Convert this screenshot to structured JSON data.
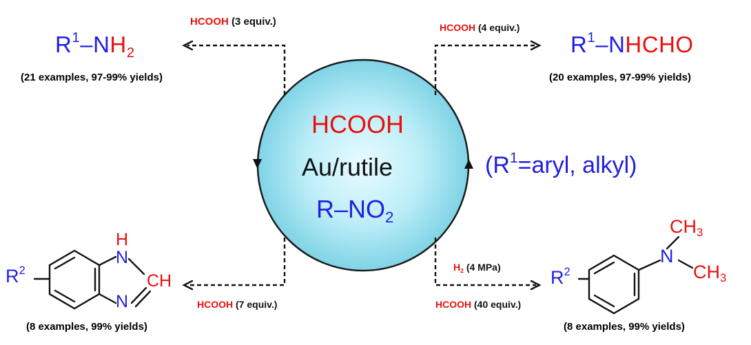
{
  "center": {
    "reagent": "HCOOH",
    "catalyst": "Au/rutile",
    "substrate_r": "R",
    "substrate_dash": "–",
    "substrate_no": "NO",
    "substrate_sub": "2"
  },
  "side_note": {
    "open": "(R",
    "sup": "1",
    "text": "=aryl, alkyl)"
  },
  "top_left": {
    "condition_reagent": "HCOOH",
    "condition_amount": "(3 equiv.)",
    "product_r": "R",
    "product_sup": "1",
    "product_dash": "–N",
    "product_h": "H",
    "product_sub": "2",
    "summary": "(21 examples, 97-99% yields)"
  },
  "top_right": {
    "condition_reagent": "HCOOH",
    "condition_amount": "(4 equiv.)",
    "product_r": "R",
    "product_sup": "1",
    "product_dash": "–N",
    "product_tail": "HCHO",
    "summary": "(20 examples, 97-99% yields)"
  },
  "bottom_left": {
    "condition_reagent": "HCOOH",
    "condition_amount": "(7 equiv.)",
    "ring_r": "R",
    "ring_sup": "2",
    "atom_h": "H",
    "atom_n1": "N",
    "atom_ch": "CH",
    "atom_n2": "N",
    "summary": "(8 examples, 99% yields)"
  },
  "bottom_right": {
    "condition1_reagent": "H",
    "condition1_sub": "2",
    "condition1_amount": "(4 MPa)",
    "condition2_reagent": "HCOOH",
    "condition2_amount": "(40 equiv.)",
    "ring_r": "R",
    "ring_sup": "2",
    "atom_n": "N",
    "methyl_c": "CH",
    "methyl_sub": "3",
    "summary": "(8 examples, 99% yields)"
  },
  "colors": {
    "blue": "#1f1fe0",
    "red": "#e8100e",
    "sphere_light": "#e9fbff",
    "sphere_dark": "#7fd3e6"
  }
}
